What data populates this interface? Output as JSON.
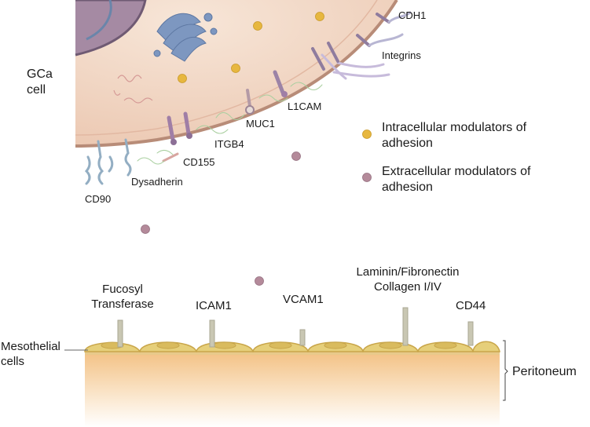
{
  "cell": {
    "label_line1": "GCa",
    "label_line2": "cell"
  },
  "molecules": {
    "cdh1": "CDH1",
    "integrins": "Integrins",
    "l1cam": "L1CAM",
    "muc1": "MUC1",
    "itgb4": "ITGB4",
    "cd155": "CD155",
    "dysadherin": "Dysadherin",
    "cd90": "CD90"
  },
  "legend": {
    "intracellular_line1": "Intracellular modulators of",
    "intracellular_line2": "adhesion",
    "extracellular_line1": "Extracellular modulators of",
    "extracellular_line2": "adhesion",
    "intracellular_color": "#e7b73f",
    "extracellular_color": "#b48a9a"
  },
  "receptors": {
    "fucosyl_line1": "Fucosyl",
    "fucosyl_line2": "Transferase",
    "icam1": "ICAM1",
    "vcam1": "VCAM1",
    "laminin_line1": "Laminin/Fibronectin",
    "laminin_line2": "Collagen I/IV",
    "cd44": "CD44"
  },
  "mesothelial": {
    "label_line1": "Mesothelial",
    "label_line2": "cells"
  },
  "peritoneum": "Peritoneum",
  "colors": {
    "cytoplasm": "#f2d9c8",
    "membrane": "#b58a78",
    "nucleus": "#a98aa0",
    "organelle": "#7f9bc4",
    "mesothelial": "#e6cf7a",
    "tissue_top": "#f4c98c"
  }
}
